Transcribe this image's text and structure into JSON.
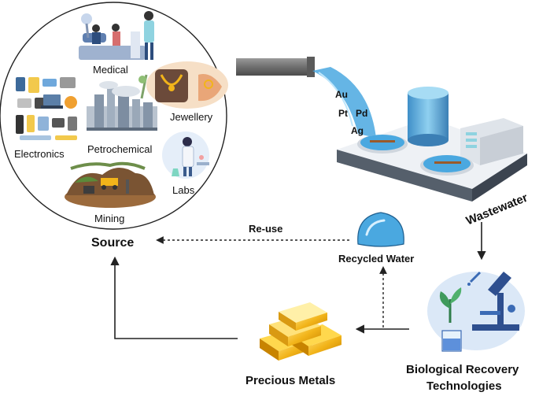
{
  "sources": {
    "medical": "Medical",
    "jewellery": "Jewellery",
    "electronics": "Electronics",
    "petrochemical": "Petrochemical",
    "labs": "Labs",
    "mining": "Mining"
  },
  "metals": {
    "au": "Au",
    "pt": "Pt",
    "pd": "Pd",
    "ag": "Ag"
  },
  "labels": {
    "source": "Source",
    "wastewater": "Wastewater",
    "reuse": "Re-use",
    "recycled_water": "Recycled Water",
    "precious_metals": "Precious Metals",
    "bio_line1": "Biological Recovery",
    "bio_line2": "Technologies"
  },
  "colors": {
    "water": "#4aa8e0",
    "gold": "#f2b41a",
    "arrow": "#222222"
  }
}
